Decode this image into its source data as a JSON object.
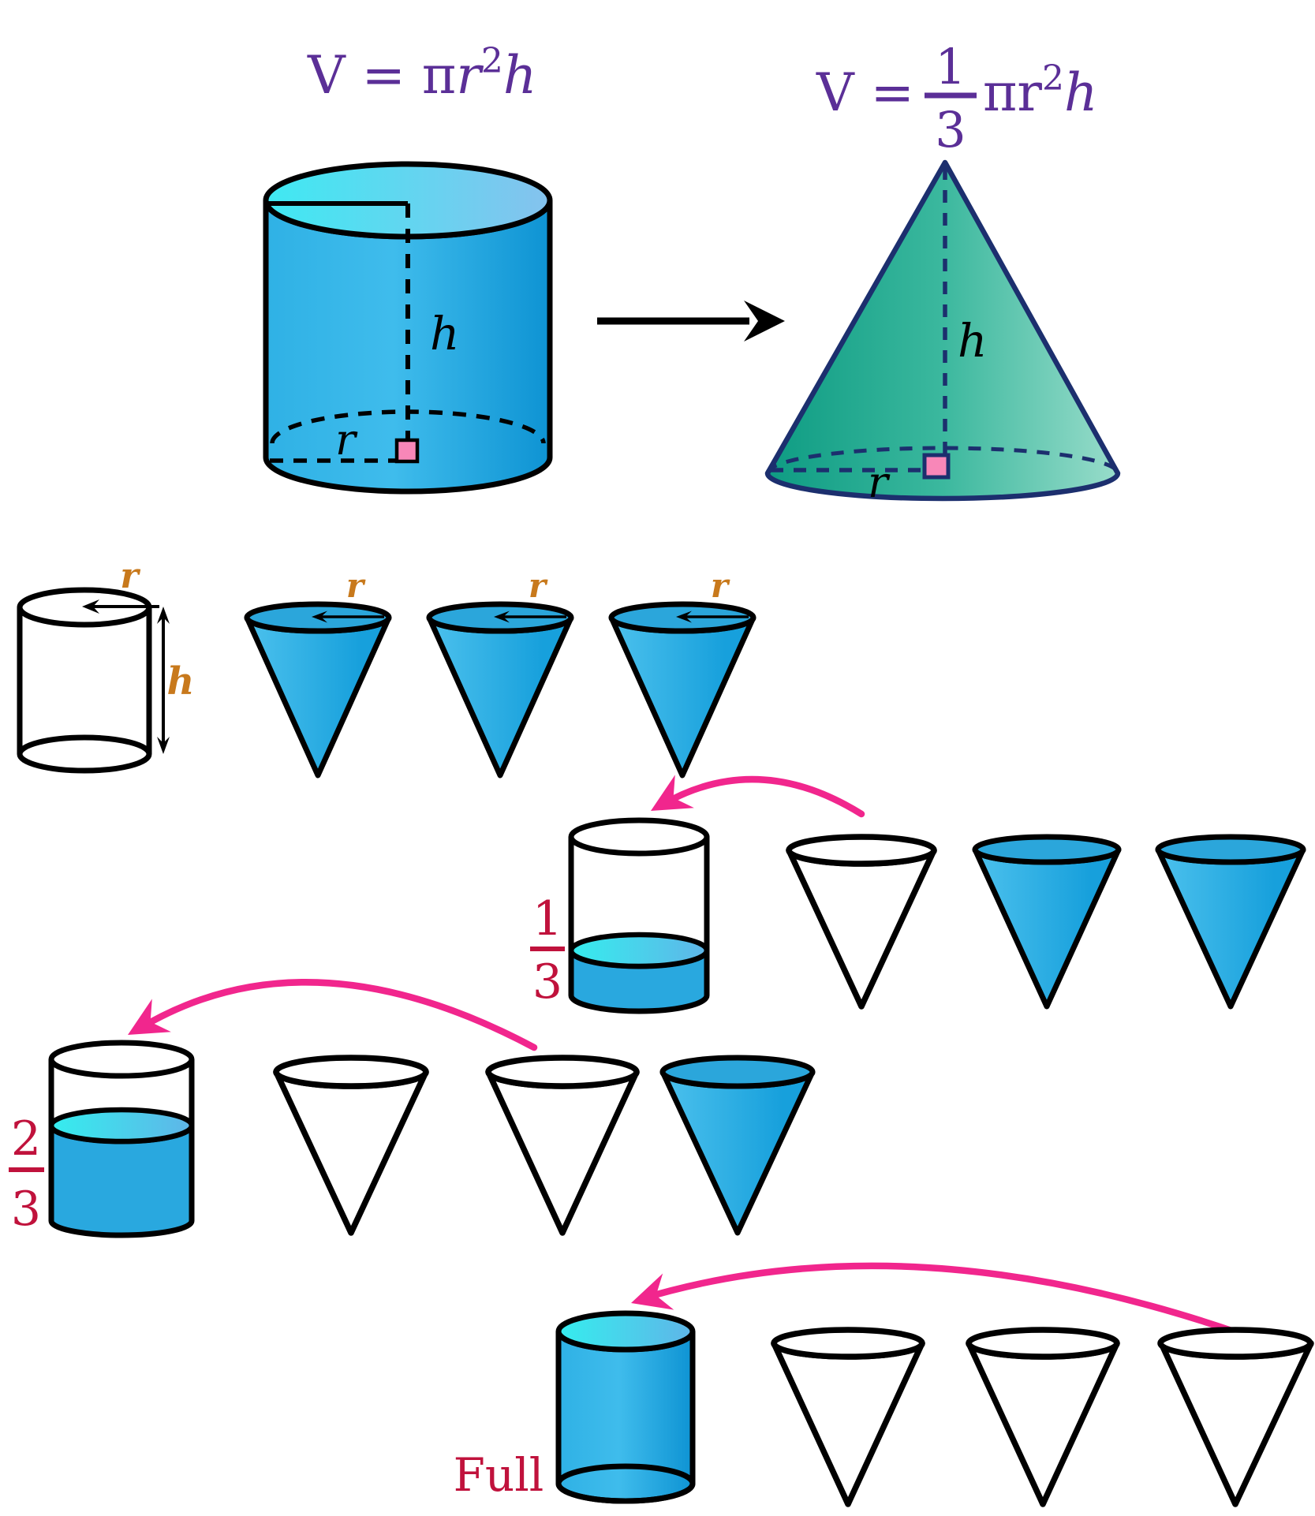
{
  "formulas": {
    "cylinder": {
      "prefix": "V = π",
      "variable_r": "r",
      "exponent": "2",
      "variable_h": "h"
    },
    "cone": {
      "prefix": "V = ",
      "numerator": "1",
      "denominator": "3",
      "pi_r": "πr",
      "exponent": "2",
      "variable_h": "h"
    }
  },
  "top_row": {
    "cylinder": {
      "height_label": "h",
      "radius_label": "r"
    },
    "cone": {
      "height_label": "h",
      "radius_label": "r"
    }
  },
  "unit_row": {
    "cylinder": {
      "radius_label": "r",
      "height_label": "h"
    },
    "cone_radius_label": "r"
  },
  "stages": {
    "one_third": {
      "numerator": "1",
      "denominator": "3"
    },
    "two_thirds": {
      "numerator": "2",
      "denominator": "3"
    },
    "full": {
      "label": "Full"
    }
  },
  "colors": {
    "formula_purple": "#5B2F97",
    "fraction_crimson": "#C0123C",
    "dimension_orange": "#C8791C",
    "pour_arrow_pink": "#F1268D",
    "cylinder_blue": "#1D9FDB",
    "liquid_cyan": "#3DE9F2",
    "cone_green": "#23AD93",
    "cone_outline_navy": "#1C2F6E",
    "right_angle_pink": "#F887B8",
    "outline_black": "#000000"
  }
}
